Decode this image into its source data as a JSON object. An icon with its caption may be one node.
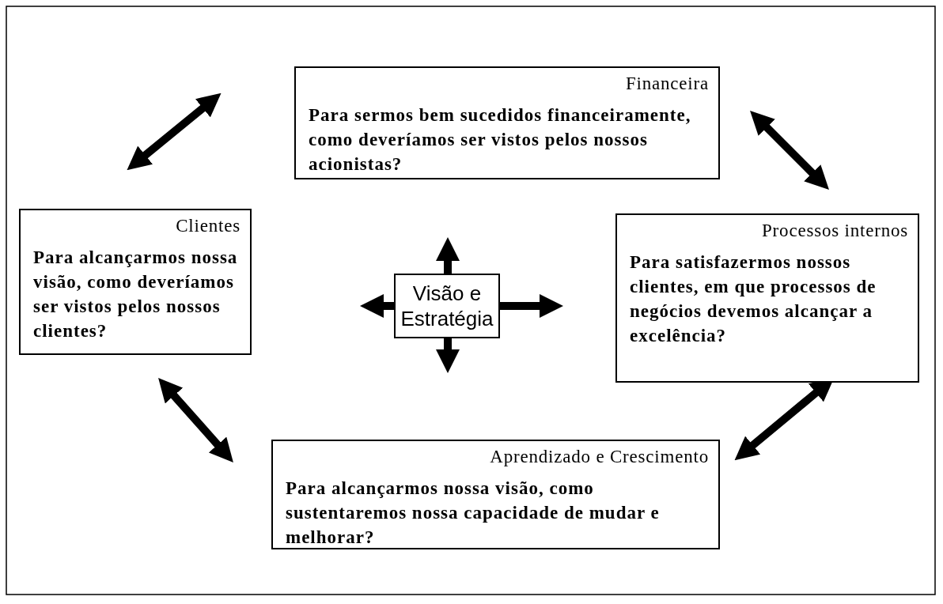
{
  "diagram": {
    "nodes": [
      {
        "text": [
          "Financeira",
          "Para sermos bem sucedidos financeiramente, como deveríamos ser vistos pelos nossos acionistas?"
        ]
      },
      {
        "text": [
          "Clientes",
          "Para alcançarmos nossa visão, como deveríamos ser vistos pelos nossos clientes?"
        ]
      },
      {
        "text": [
          "Visão e Estratégia"
        ]
      },
      {
        "text": [
          "Processos internos",
          "Para satisfazermos nossos clientes, em que processos de negócios devemos alcançar a excelência?"
        ]
      },
      {
        "text": [
          "Aprendizado e Crescimento",
          "Para alcançarmos nossa visão, como sustentaremos nossa capacidade de mudar e melhorar?"
        ]
      }
    ],
    "edges": [
      {
        "from": 1,
        "to": 0,
        "arrow": "both"
      },
      {
        "from": 0,
        "to": 3,
        "arrow": "both"
      },
      {
        "from": 3,
        "to": 4,
        "arrow": "both"
      },
      {
        "from": 1,
        "to": 4,
        "arrow": "both"
      },
      {
        "from": 2,
        "to": null,
        "arrow": "to"
      },
      {
        "from": 2,
        "to": null,
        "arrow": "to"
      },
      {
        "from": 2,
        "to": null,
        "arrow": "to"
      },
      {
        "from": 2,
        "to": null,
        "arrow": "to"
      }
    ]
  }
}
